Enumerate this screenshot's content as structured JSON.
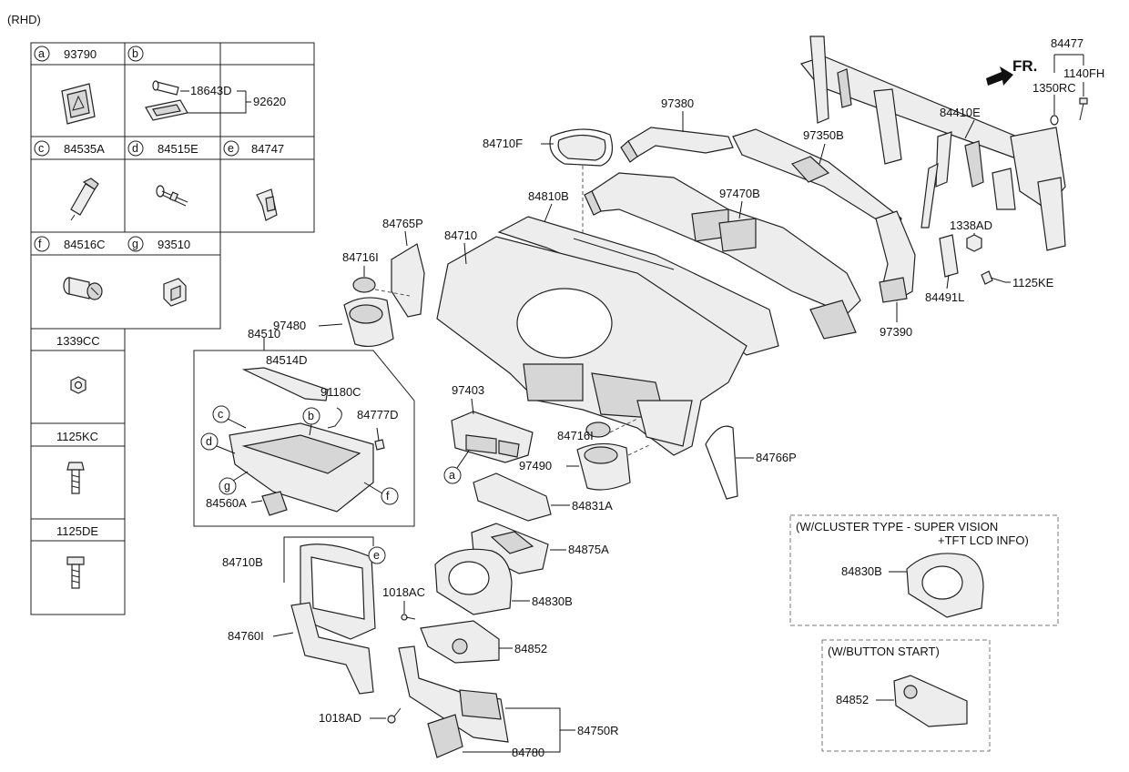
{
  "header": {
    "variant": "(RHD)"
  },
  "legend": {
    "cells": [
      {
        "letter": "a",
        "part": "93790"
      },
      {
        "letter": "b",
        "part": "",
        "sub_parts": [
          "18643D",
          "92620"
        ]
      },
      {
        "letter": "c",
        "part": "84535A"
      },
      {
        "letter": "d",
        "part": "84515E"
      },
      {
        "letter": "e",
        "part": "84747"
      },
      {
        "letter": "f",
        "part": "84516C"
      },
      {
        "letter": "g",
        "part": "93510"
      }
    ],
    "fasteners": [
      "1339CC",
      "1125KC",
      "1125DE"
    ]
  },
  "direction": {
    "label": "FR."
  },
  "callouts": {
    "c84477": "84477",
    "c1140FH": "1140FH",
    "c1350RC": "1350RC",
    "c84410E": "84410E",
    "c97380": "97380",
    "c97350B": "97350B",
    "c84710F": "84710F",
    "c97470B": "97470B",
    "c84810B": "84810B",
    "c1338AD": "1338AD",
    "c84491L": "84491L",
    "c1125KE": "1125KE",
    "c97390": "97390",
    "c84765P": "84765P",
    "c84710": "84710",
    "c84716I_top": "84716I",
    "c97480": "97480",
    "c84510": "84510",
    "c84514D": "84514D",
    "c91180C": "91180C",
    "c84777D": "84777D",
    "c84560A": "84560A",
    "c97403": "97403",
    "c84716I_mid": "84716I",
    "c97490": "97490",
    "c84766P": "84766P",
    "c84831A": "84831A",
    "c84875A": "84875A",
    "c84710B": "84710B",
    "c1018AC": "1018AC",
    "c84830B": "84830B",
    "c84760I": "84760I",
    "c84852": "84852",
    "c1018AD": "1018AD",
    "c84750R": "84750R",
    "c84780": "84780"
  },
  "letter_callouts": {
    "c": "c",
    "b": "b",
    "d": "d",
    "g": "g",
    "f": "f",
    "a": "a",
    "e": "e"
  },
  "variant_boxes": {
    "cluster": {
      "title_line1": "(W/CLUSTER TYPE - SUPER VISION",
      "title_line2": "+TFT LCD INFO)",
      "part": "84830B"
    },
    "button_start": {
      "title": "(W/BUTTON START)",
      "part": "84852"
    }
  }
}
